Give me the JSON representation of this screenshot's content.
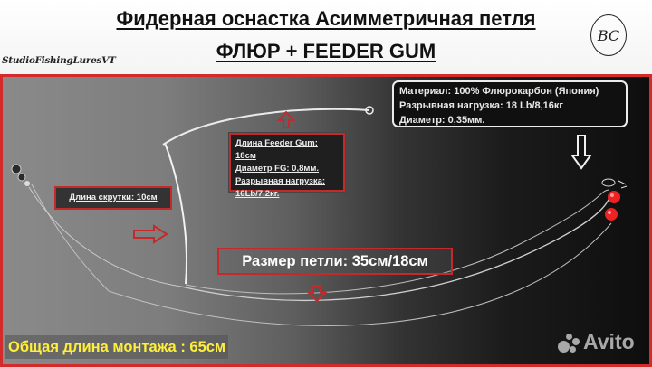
{
  "header": {
    "title_line1": "Фидерная оснастка Асимметричная петля",
    "title_line2": "ФЛЮР + FEEDER GUM",
    "brand": "StudioFishingLuresVT",
    "logo_text": "BC"
  },
  "annotations": {
    "material_box": {
      "line1": "Материал: 100% Флюрокарбон (Япония)",
      "line2": "Разрывная нагрузка: 18 Lb/8,16кг",
      "line3": "Диаметр: 0,35мм."
    },
    "feeder_gum_box": {
      "line1": "Длина Feeder Gum: 18см",
      "line2": "Диаметр FG: 0,8мм.",
      "line3": "Разрывная нагрузка:",
      "line4": "16Lb/7,2кг."
    },
    "twist_label": "Длина скрутки: 10см",
    "loop_size_label": "Размер петли: 35см/18см",
    "total_length_label": "Общая длина монтажа : 65см"
  },
  "watermark": {
    "text": "Avito",
    "icon": "avito-dots-icon"
  },
  "colors": {
    "accent_red": "#d42a2a",
    "total_text_yellow": "#ffef3a",
    "bead_red": "#ee2222"
  }
}
